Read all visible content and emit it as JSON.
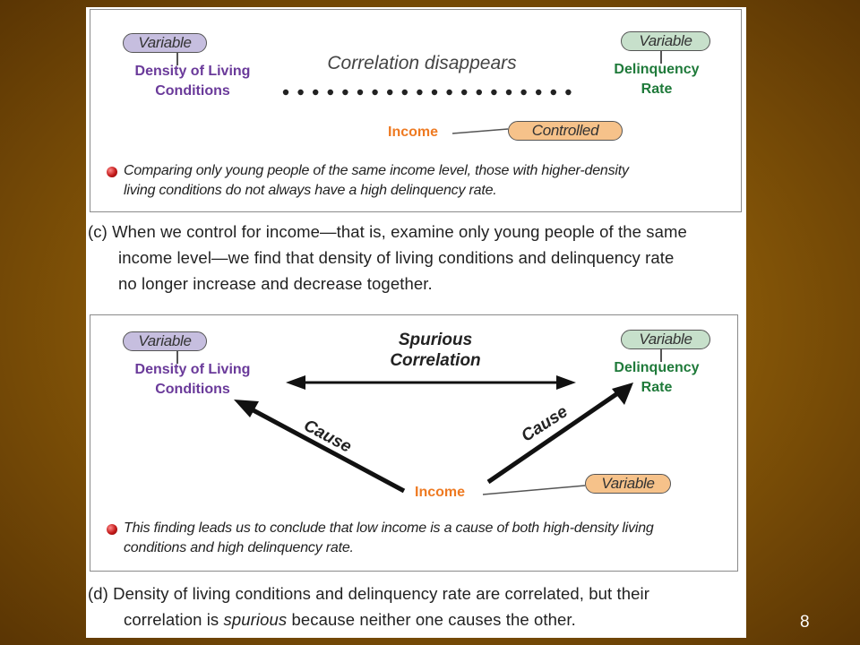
{
  "panel_c": {
    "left_pill": "Variable",
    "left_label": [
      "Density of Living",
      "Conditions"
    ],
    "right_pill": "Variable",
    "right_label": [
      "Delinquency",
      "Rate"
    ],
    "center_label": "Correlation disappears",
    "income_label": "Income",
    "income_pill": "Controlled",
    "note": [
      "Comparing only young people of the same income level, those with higher-density",
      "living conditions do not always have a high delinquency rate."
    ]
  },
  "caption_c": [
    "(c) When we control for income—that is, examine only young people of the same",
    "income level—we find that density of living conditions and delinquency rate",
    "no longer increase and decrease together."
  ],
  "panel_d": {
    "left_pill": "Variable",
    "left_label": [
      "Density of Living",
      "Conditions"
    ],
    "right_pill": "Variable",
    "right_label": [
      "Delinquency",
      "Rate"
    ],
    "center_label": [
      "Spurious",
      "Correlation"
    ],
    "cause_left": "Cause",
    "cause_right": "Cause",
    "income_label": "Income",
    "income_pill": "Variable",
    "note": [
      "This finding leads us to conclude that low income is a cause of both high-density living",
      "conditions and high delinquency rate."
    ]
  },
  "caption_d": {
    "line1": "(d) Density of living conditions and delinquency rate are correlated, but their",
    "line2_before": "correlation is ",
    "line2_em": "spurious",
    "line2_after": " because neither one causes the other."
  },
  "page_number": "8",
  "colors": {
    "purple": "#6a3a9a",
    "green": "#1f7a3a",
    "orange": "#ee7a22",
    "pill_purple": "#c6bedf",
    "pill_green": "#c7e0cb",
    "pill_orange": "#f6c28a"
  },
  "icons": [
    "bullet-icon",
    "double-arrow-icon",
    "arrow-icon",
    "dotted-line-icon"
  ]
}
